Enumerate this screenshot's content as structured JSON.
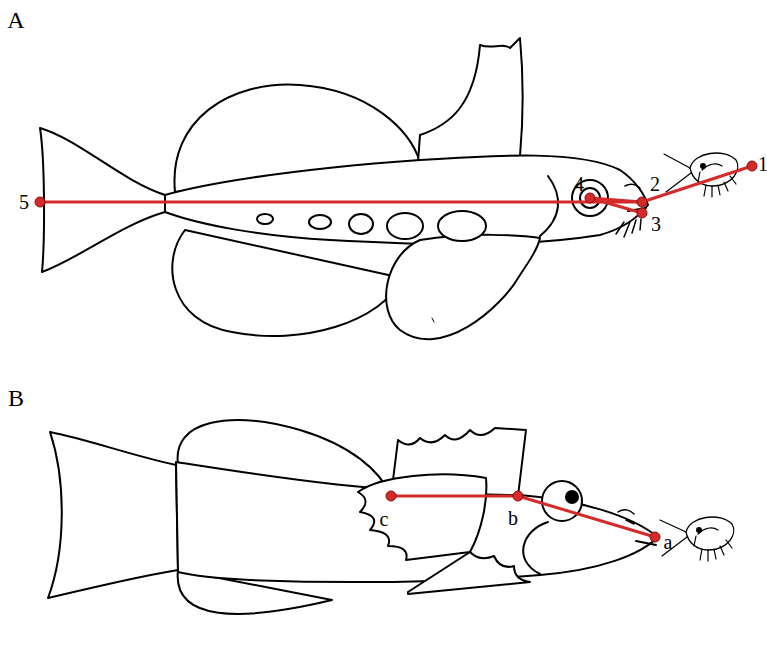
{
  "diagram": {
    "labels": [
      "A",
      "5",
      "4",
      "2",
      "1",
      "3",
      "B",
      "c",
      "b",
      "a"
    ]
  }
}
